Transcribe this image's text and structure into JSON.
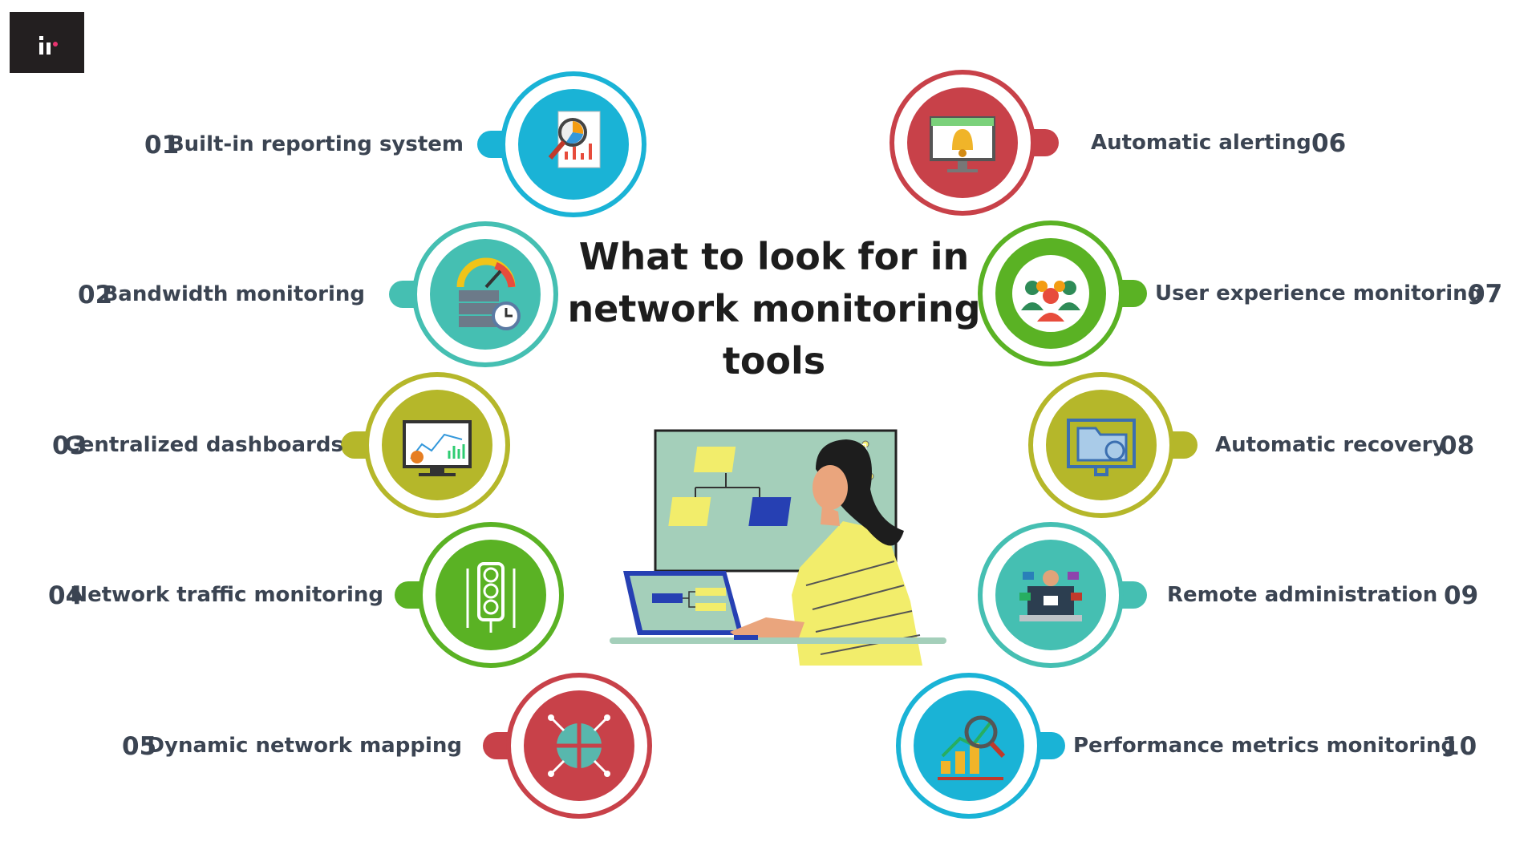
{
  "title": "What to look for in network monitoring tools",
  "features": [
    {
      "num": "01",
      "label": "Built-in reporting system",
      "color": "#1ab3d6",
      "icon": "report-magnifier-icon"
    },
    {
      "num": "02",
      "label": "Bandwidth monitoring",
      "color": "#45bfb2",
      "icon": "speedometer-server-icon"
    },
    {
      "num": "03",
      "label": "Centralized dashboards",
      "color": "#b5b72a",
      "icon": "dashboard-monitor-icon"
    },
    {
      "num": "04",
      "label": "Network traffic monitoring",
      "color": "#5ab224",
      "icon": "traffic-light-icon"
    },
    {
      "num": "05",
      "label": "Dynamic network mapping",
      "color": "#c84149",
      "icon": "network-map-icon"
    },
    {
      "num": "06",
      "label": "Automatic alerting",
      "color": "#c84149",
      "icon": "alert-bell-monitor-icon"
    },
    {
      "num": "07",
      "label": "User experience monitoring",
      "color": "#5ab224",
      "icon": "users-group-icon"
    },
    {
      "num": "08",
      "label": "Automatic recovery",
      "color": "#b5b72a",
      "icon": "folder-recovery-icon"
    },
    {
      "num": "09",
      "label": "Remote administration",
      "color": "#45bfb2",
      "icon": "remote-admin-laptop-icon"
    },
    {
      "num": "10",
      "label": "Performance metrics monitoring",
      "color": "#1ab3d6",
      "icon": "performance-chart-icon"
    }
  ]
}
